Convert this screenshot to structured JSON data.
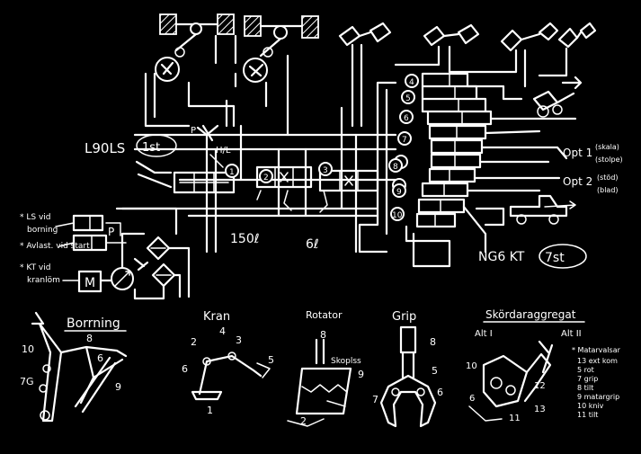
{
  "labels": {
    "l90ls": "L90LS",
    "count_1": "1st",
    "h_l": "H/L",
    "oil_150": "150ℓ",
    "oil_6": "6ℓ",
    "ng6_kt": "NG6 KT",
    "count_7": "7st",
    "opt1": "Opt 1",
    "opt1_a": "(skala)",
    "opt1_b": "(stolpe)",
    "opt2": "Opt 2",
    "opt2_a": "(stöd)",
    "opt2_b": "(blad)",
    "p": "P",
    "motor": "M",
    "legend_left_1": "* LS vid",
    "legend_left_2": "borning",
    "legend_left_3": "* Avlast. vid start",
    "legend_left_4": "* KT vid",
    "legend_left_5": "kranlöm",
    "valve_numbers": [
      "1",
      "2",
      "3",
      "4",
      "5",
      "6",
      "7",
      "8",
      "9",
      "10"
    ]
  },
  "sections": {
    "borrning": "Borrning",
    "kran": "Kran",
    "rotator": "Rotator",
    "grip": "Grip",
    "skordaggregat": "Skördaraggregat",
    "alt1": "Alt I",
    "alt2": "Alt II",
    "skopelss": "Skoplss"
  },
  "section_numbers": {
    "borrning": [
      "10",
      "7G",
      "8",
      "6",
      "9"
    ],
    "kran": [
      "2",
      "4",
      "3",
      "6",
      "5",
      "1"
    ],
    "rotator": [
      "8",
      "2"
    ],
    "grip": [
      "8",
      "5",
      "7",
      "9",
      "6"
    ],
    "skord": [
      "10",
      "12",
      "13",
      "11",
      "6"
    ]
  },
  "legend_right": [
    "* Matarvalsar",
    "13 ext kom",
    "5 rot",
    "7 grip",
    "8 tilt",
    "9 matargrip",
    "10 kniv",
    "11 tilt"
  ]
}
